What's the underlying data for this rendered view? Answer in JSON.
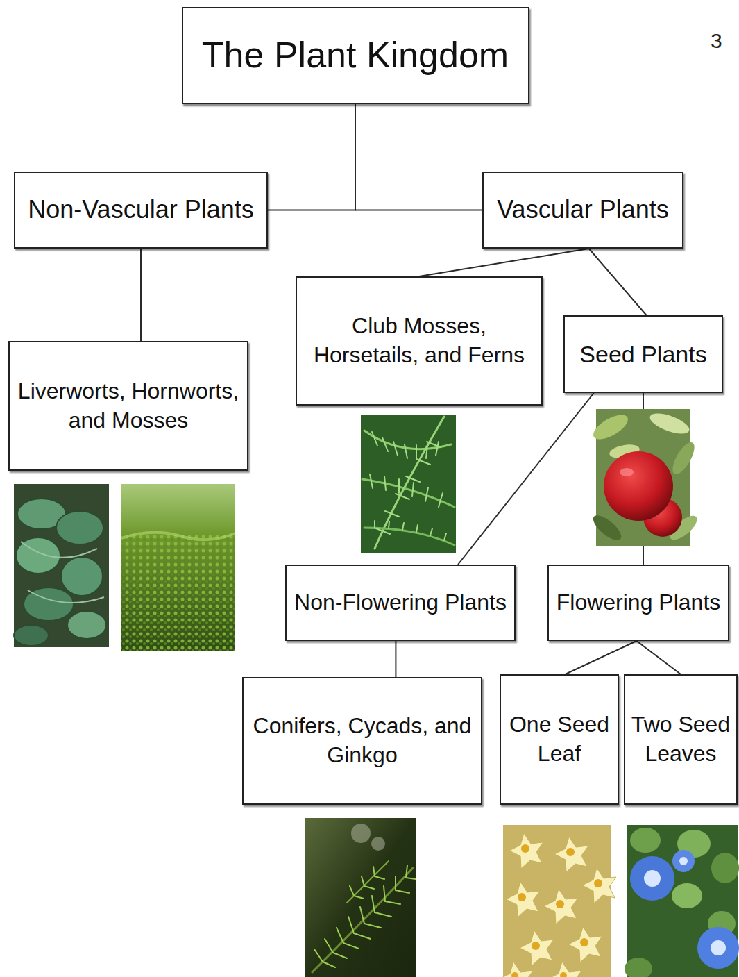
{
  "diagram": {
    "nodes": [
      {
        "text": [
          "The Plant Kingdom"
        ]
      },
      {
        "text": [
          "Non-Vascular Plants"
        ]
      },
      {
        "text": [
          "Vascular Plants"
        ]
      },
      {
        "text": [
          "Liverworts, Hornworts, and Mosses"
        ]
      },
      {
        "text": [
          "Club Mosses, Horsetails, and Ferns"
        ]
      },
      {
        "text": [
          "Seed Plants"
        ]
      },
      {
        "text": [
          "Non-Flowering Plants"
        ]
      },
      {
        "text": [
          "Flowering Plants"
        ]
      },
      {
        "text": [
          "Conifers, Cycads, and Ginkgo"
        ]
      },
      {
        "text": [
          "One Seed Leaf"
        ]
      },
      {
        "text": [
          "Two Seed Leaves"
        ]
      }
    ],
    "edges": [
      {
        "from": 0,
        "to": 1,
        "arrow": "none"
      },
      {
        "from": 0,
        "to": 2,
        "arrow": "none"
      },
      {
        "from": 1,
        "to": 3,
        "arrow": "none"
      },
      {
        "from": 2,
        "to": 4,
        "arrow": "none"
      },
      {
        "from": 2,
        "to": 5,
        "arrow": "none"
      },
      {
        "from": 5,
        "to": 6,
        "arrow": "none"
      },
      {
        "from": 5,
        "to": 7,
        "arrow": "none"
      },
      {
        "from": 6,
        "to": 8,
        "arrow": "none"
      },
      {
        "from": 7,
        "to": 9,
        "arrow": "none"
      },
      {
        "from": 7,
        "to": 10,
        "arrow": "none"
      }
    ],
    "labels": [
      "3"
    ]
  }
}
